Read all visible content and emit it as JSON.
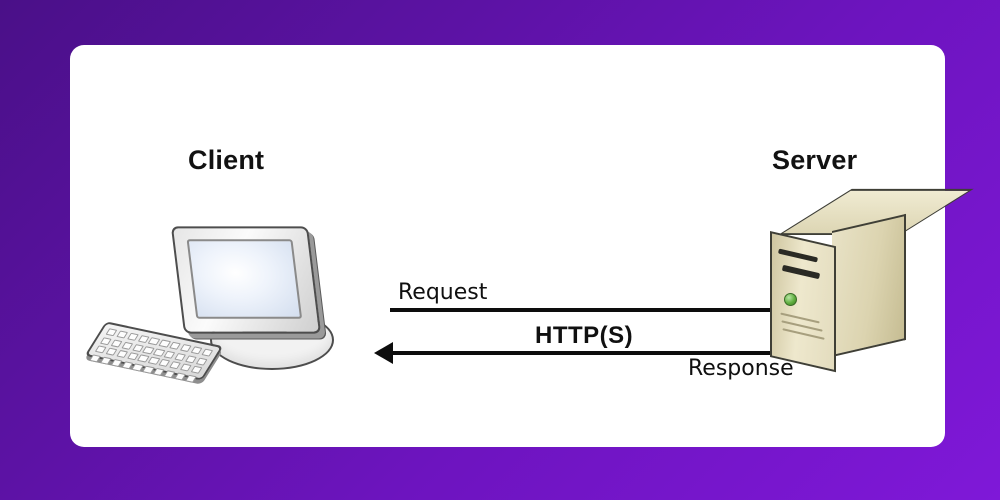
{
  "diagram": {
    "title": "Client Server HTTP(S) Request Response Diagram",
    "background": {
      "gradient_from": "#4a1088",
      "gradient_to": "#7f18d8"
    },
    "card": {
      "background": "#ffffff"
    },
    "nodes": [
      {
        "id": "client",
        "label": "Client",
        "icon": "desktop-computer-icon",
        "parts": [
          "monitor",
          "keyboard",
          "stand"
        ]
      },
      {
        "id": "server",
        "label": "Server",
        "icon": "server-tower-icon",
        "color": "#e3dcbe",
        "led_color": "#5fae3e"
      }
    ],
    "labels": {
      "client": "Client",
      "server": "Server"
    },
    "arrows": [
      {
        "id": "request",
        "label": "Request",
        "direction": "client-to-server",
        "head": "right",
        "color": "#0d0d0d"
      },
      {
        "id": "response",
        "label": "Response",
        "direction": "server-to-client",
        "head": "left",
        "color": "#0d0d0d"
      }
    ],
    "protocol_label": "HTTP(S)"
  }
}
